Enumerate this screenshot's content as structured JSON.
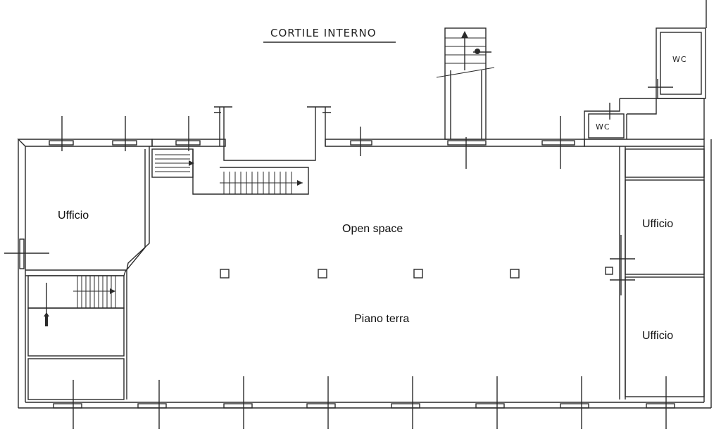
{
  "title": "CORTILE INTERNO",
  "rooms": {
    "ufficio_left": "Ufficio",
    "open_space": "Open space",
    "piano_terra": "Piano terra",
    "ufficio_right_top": "Ufficio",
    "ufficio_right_bottom": "Ufficio",
    "wc_top": "WC",
    "wc_small": "WC"
  },
  "colors": {
    "ink": "#2a2a2a",
    "paper": "#ffffff"
  }
}
